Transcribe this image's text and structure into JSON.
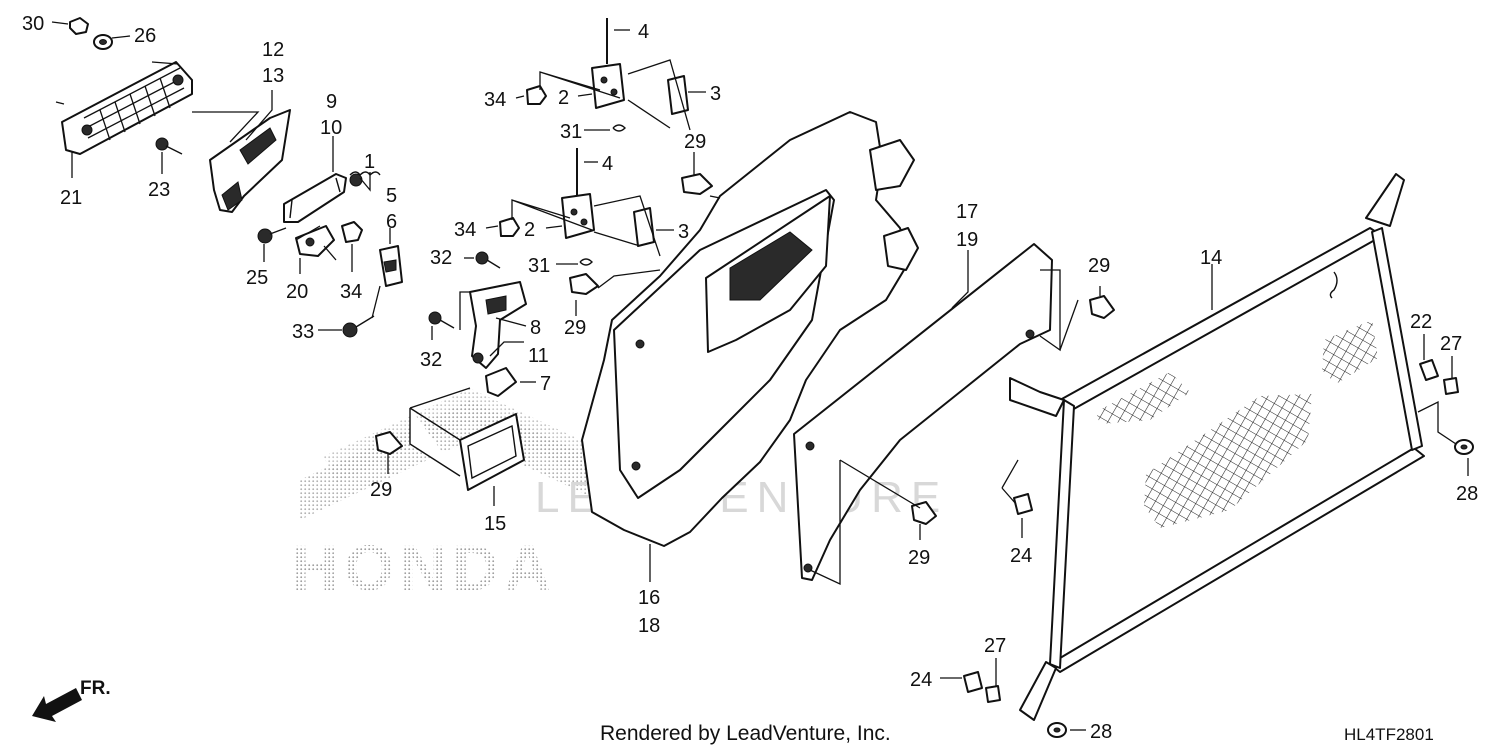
{
  "diagram": {
    "callouts": [
      {
        "id": "c30",
        "label": "30"
      },
      {
        "id": "c26",
        "label": "26"
      },
      {
        "id": "c12",
        "label": "12"
      },
      {
        "id": "c13",
        "label": "13"
      },
      {
        "id": "c21",
        "label": "21"
      },
      {
        "id": "c23",
        "label": "23"
      },
      {
        "id": "c9",
        "label": "9"
      },
      {
        "id": "c10",
        "label": "10"
      },
      {
        "id": "c1",
        "label": "1"
      },
      {
        "id": "c5",
        "label": "5"
      },
      {
        "id": "c6",
        "label": "6"
      },
      {
        "id": "c25",
        "label": "25"
      },
      {
        "id": "c20",
        "label": "20"
      },
      {
        "id": "c34a",
        "label": "34"
      },
      {
        "id": "c33",
        "label": "33"
      },
      {
        "id": "c4a",
        "label": "4"
      },
      {
        "id": "c34b",
        "label": "34"
      },
      {
        "id": "c2a",
        "label": "2"
      },
      {
        "id": "c3a",
        "label": "3"
      },
      {
        "id": "c31a",
        "label": "31"
      },
      {
        "id": "c29a",
        "label": "29"
      },
      {
        "id": "c4b",
        "label": "4"
      },
      {
        "id": "c34c",
        "label": "34"
      },
      {
        "id": "c2b",
        "label": "2"
      },
      {
        "id": "c3b",
        "label": "3"
      },
      {
        "id": "c32a",
        "label": "32"
      },
      {
        "id": "c31b",
        "label": "31"
      },
      {
        "id": "c29b",
        "label": "29"
      },
      {
        "id": "c8",
        "label": "8"
      },
      {
        "id": "c32b",
        "label": "32"
      },
      {
        "id": "c11",
        "label": "11"
      },
      {
        "id": "c7",
        "label": "7"
      },
      {
        "id": "c29c",
        "label": "29"
      },
      {
        "id": "c15",
        "label": "15"
      },
      {
        "id": "c16",
        "label": "16"
      },
      {
        "id": "c18",
        "label": "18"
      },
      {
        "id": "c17",
        "label": "17"
      },
      {
        "id": "c19",
        "label": "19"
      },
      {
        "id": "c29d",
        "label": "29"
      },
      {
        "id": "c29e",
        "label": "29"
      },
      {
        "id": "c14",
        "label": "14"
      },
      {
        "id": "c22",
        "label": "22"
      },
      {
        "id": "c27a",
        "label": "27"
      },
      {
        "id": "c28a",
        "label": "28"
      },
      {
        "id": "c24a",
        "label": "24"
      },
      {
        "id": "c27b",
        "label": "27"
      },
      {
        "id": "c24b",
        "label": "24"
      },
      {
        "id": "c28b",
        "label": "28"
      }
    ],
    "direction_label": "FR.",
    "watermark_brand": "HONDA",
    "watermark_renderer": "LEADVENTURE",
    "footer_credit": "Rendered by LeadVenture, Inc.",
    "diagram_code": "HL4TF2801"
  }
}
